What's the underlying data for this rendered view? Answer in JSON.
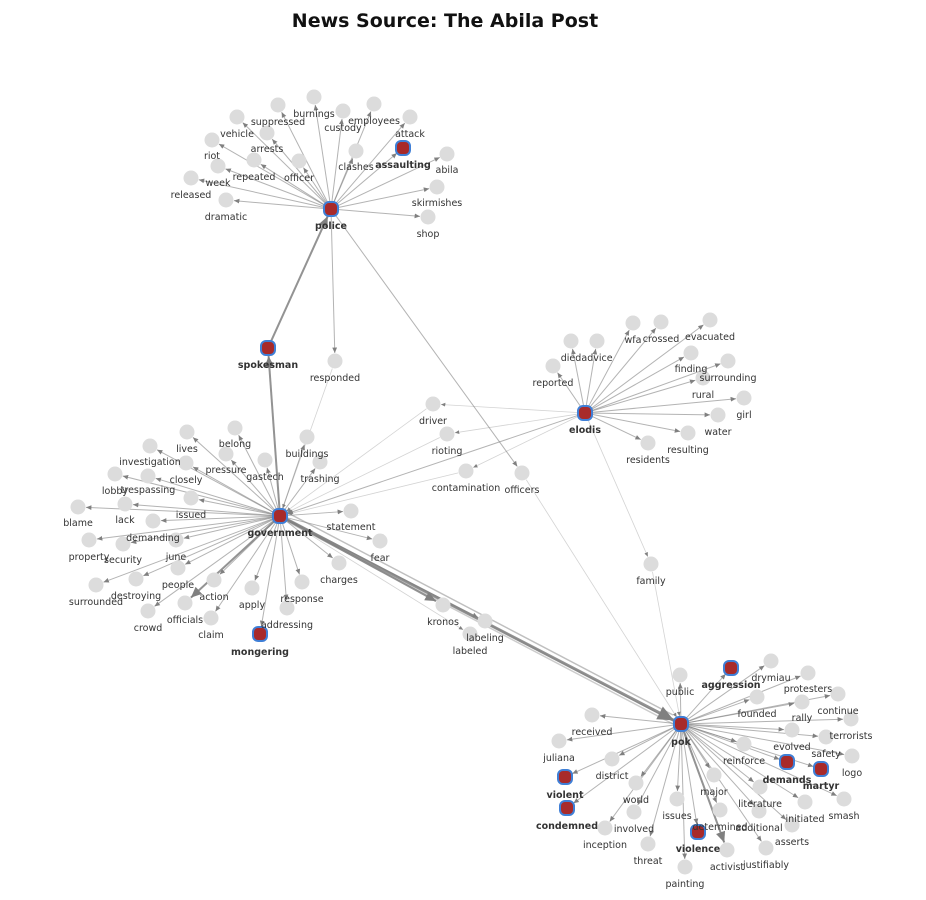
{
  "title": "News Source: The Abila Post",
  "colors": {
    "key_fill": "#a82a2a",
    "key_stroke": "#3f7fd6",
    "node_fill": "#dcdcdc",
    "edge": "#808080"
  },
  "graph": {
    "nodes": [
      {
        "id": "police",
        "label": "police",
        "key": true
      },
      {
        "id": "spokesman",
        "label": "spokesman",
        "key": true
      },
      {
        "id": "government",
        "label": "government",
        "key": true
      },
      {
        "id": "elodis",
        "label": "elodis",
        "key": true
      },
      {
        "id": "pok",
        "label": "pok",
        "key": true
      },
      {
        "id": "assaulting",
        "label": "assaulting",
        "key": true
      },
      {
        "id": "mongering",
        "label": "mongering",
        "key": true
      },
      {
        "id": "aggression",
        "label": "aggression",
        "key": true
      },
      {
        "id": "demands",
        "label": "demands",
        "key": true
      },
      {
        "id": "martyr",
        "label": "martyr",
        "key": true
      },
      {
        "id": "violent",
        "label": "violent",
        "key": true
      },
      {
        "id": "condemned",
        "label": "condemned",
        "key": true
      },
      {
        "id": "violence",
        "label": "violence",
        "key": true
      },
      {
        "id": "burnings",
        "label": "burnings",
        "key": false
      },
      {
        "id": "suppressed",
        "label": "suppressed",
        "key": false
      },
      {
        "id": "custody",
        "label": "custody",
        "key": false
      },
      {
        "id": "employees",
        "label": "employees",
        "key": false
      },
      {
        "id": "vehicle",
        "label": "vehicle",
        "key": false
      },
      {
        "id": "attack",
        "label": "attack",
        "key": false
      },
      {
        "id": "arrests",
        "label": "arrests",
        "key": false
      },
      {
        "id": "riot",
        "label": "riot",
        "key": false
      },
      {
        "id": "clashes",
        "label": "clashes",
        "key": false
      },
      {
        "id": "officer",
        "label": "officer",
        "key": false
      },
      {
        "id": "abila",
        "label": "abila",
        "key": false
      },
      {
        "id": "repeated",
        "label": "repeated",
        "key": false
      },
      {
        "id": "week",
        "label": "week",
        "key": false
      },
      {
        "id": "released",
        "label": "released",
        "key": false
      },
      {
        "id": "skirmishes",
        "label": "skirmishes",
        "key": false
      },
      {
        "id": "dramatic",
        "label": "dramatic",
        "key": false
      },
      {
        "id": "shop",
        "label": "shop",
        "key": false
      },
      {
        "id": "responded",
        "label": "responded",
        "key": false
      },
      {
        "id": "officers",
        "label": "officers",
        "key": false
      },
      {
        "id": "wfa",
        "label": "wfa",
        "key": false
      },
      {
        "id": "crossed",
        "label": "crossed",
        "key": false
      },
      {
        "id": "evacuated",
        "label": "evacuated",
        "key": false
      },
      {
        "id": "died",
        "label": "died",
        "key": false
      },
      {
        "id": "advice",
        "label": "advice",
        "key": false
      },
      {
        "id": "finding",
        "label": "finding",
        "key": false
      },
      {
        "id": "reported",
        "label": "reported",
        "key": false
      },
      {
        "id": "surrounding",
        "label": "surrounding",
        "key": false
      },
      {
        "id": "rural",
        "label": "rural",
        "key": false
      },
      {
        "id": "girl",
        "label": "girl",
        "key": false
      },
      {
        "id": "water",
        "label": "water",
        "key": false
      },
      {
        "id": "resulting",
        "label": "resulting",
        "key": false
      },
      {
        "id": "residents",
        "label": "residents",
        "key": false
      },
      {
        "id": "driver",
        "label": "driver",
        "key": false
      },
      {
        "id": "rioting",
        "label": "rioting",
        "key": false
      },
      {
        "id": "contamination",
        "label": "contamination",
        "key": false
      },
      {
        "id": "family",
        "label": "family",
        "key": false
      },
      {
        "id": "belong",
        "label": "belong",
        "key": false
      },
      {
        "id": "lives",
        "label": "lives",
        "key": false
      },
      {
        "id": "investigation",
        "label": "investigation",
        "key": false
      },
      {
        "id": "buildings",
        "label": "buildings",
        "key": false
      },
      {
        "id": "pressure",
        "label": "pressure",
        "key": false
      },
      {
        "id": "gastech",
        "label": "gastech",
        "key": false
      },
      {
        "id": "closely",
        "label": "closely",
        "key": false
      },
      {
        "id": "trashing",
        "label": "trashing",
        "key": false
      },
      {
        "id": "lobby",
        "label": "lobby",
        "key": false
      },
      {
        "id": "trespassing",
        "label": "trespassing",
        "key": false
      },
      {
        "id": "blame",
        "label": "blame",
        "key": false
      },
      {
        "id": "issued",
        "label": "issued",
        "key": false
      },
      {
        "id": "lack",
        "label": "lack",
        "key": false
      },
      {
        "id": "statement",
        "label": "statement",
        "key": false
      },
      {
        "id": "demanding",
        "label": "demanding",
        "key": false
      },
      {
        "id": "property",
        "label": "property",
        "key": false
      },
      {
        "id": "security",
        "label": "security",
        "key": false
      },
      {
        "id": "june",
        "label": "june",
        "key": false
      },
      {
        "id": "fear",
        "label": "fear",
        "key": false
      },
      {
        "id": "people",
        "label": "people",
        "key": false
      },
      {
        "id": "charges",
        "label": "charges",
        "key": false
      },
      {
        "id": "surrounded",
        "label": "surrounded",
        "key": false
      },
      {
        "id": "destroying",
        "label": "destroying",
        "key": false
      },
      {
        "id": "action",
        "label": "action",
        "key": false
      },
      {
        "id": "response",
        "label": "response",
        "key": false
      },
      {
        "id": "apply",
        "label": "apply",
        "key": false
      },
      {
        "id": "crowd",
        "label": "crowd",
        "key": false
      },
      {
        "id": "officials",
        "label": "officials",
        "key": false
      },
      {
        "id": "claim",
        "label": "claim",
        "key": false
      },
      {
        "id": "addressing",
        "label": "addressing",
        "key": false
      },
      {
        "id": "kronos",
        "label": "kronos",
        "key": false
      },
      {
        "id": "labeling",
        "label": "labeling",
        "key": false
      },
      {
        "id": "labeled",
        "label": "labeled",
        "key": false
      },
      {
        "id": "drymiau",
        "label": "drymiau",
        "key": false
      },
      {
        "id": "public",
        "label": "public",
        "key": false
      },
      {
        "id": "protesters",
        "label": "protesters",
        "key": false
      },
      {
        "id": "founded",
        "label": "founded",
        "key": false
      },
      {
        "id": "rally",
        "label": "rally",
        "key": false
      },
      {
        "id": "continue",
        "label": "continue",
        "key": false
      },
      {
        "id": "received",
        "label": "received",
        "key": false
      },
      {
        "id": "terrorists",
        "label": "terrorists",
        "key": false
      },
      {
        "id": "evolved",
        "label": "evolved",
        "key": false
      },
      {
        "id": "safety",
        "label": "safety",
        "key": false
      },
      {
        "id": "juliana",
        "label": "juliana",
        "key": false
      },
      {
        "id": "reinforce",
        "label": "reinforce",
        "key": false
      },
      {
        "id": "logo",
        "label": "logo",
        "key": false
      },
      {
        "id": "district",
        "label": "district",
        "key": false
      },
      {
        "id": "major",
        "label": "major",
        "key": false
      },
      {
        "id": "world",
        "label": "world",
        "key": false
      },
      {
        "id": "literature",
        "label": "literature",
        "key": false
      },
      {
        "id": "smash",
        "label": "smash",
        "key": false
      },
      {
        "id": "issues",
        "label": "issues",
        "key": false
      },
      {
        "id": "initiated",
        "label": "initiated",
        "key": false
      },
      {
        "id": "determined",
        "label": "determined",
        "key": false
      },
      {
        "id": "involved",
        "label": "involved",
        "key": false
      },
      {
        "id": "additional",
        "label": "additional",
        "key": false
      },
      {
        "id": "inception",
        "label": "inception",
        "key": false
      },
      {
        "id": "asserts",
        "label": "asserts",
        "key": false
      },
      {
        "id": "threat",
        "label": "threat",
        "key": false
      },
      {
        "id": "activist",
        "label": "activist",
        "key": false
      },
      {
        "id": "justifiably",
        "label": "justifiably",
        "key": false
      },
      {
        "id": "painting",
        "label": "painting",
        "key": false
      }
    ],
    "edges": [
      [
        "police",
        "burnings",
        1
      ],
      [
        "police",
        "suppressed",
        1
      ],
      [
        "police",
        "custody",
        1
      ],
      [
        "police",
        "employees",
        1
      ],
      [
        "police",
        "vehicle",
        1
      ],
      [
        "police",
        "attack",
        1
      ],
      [
        "police",
        "arrests",
        1
      ],
      [
        "police",
        "riot",
        1
      ],
      [
        "police",
        "clashes",
        1
      ],
      [
        "police",
        "officer",
        1
      ],
      [
        "police",
        "assaulting",
        1
      ],
      [
        "police",
        "abila",
        1
      ],
      [
        "police",
        "repeated",
        1
      ],
      [
        "police",
        "week",
        1
      ],
      [
        "police",
        "released",
        1
      ],
      [
        "police",
        "skirmishes",
        1
      ],
      [
        "police",
        "dramatic",
        1
      ],
      [
        "police",
        "shop",
        1
      ],
      [
        "police",
        "responded",
        1
      ],
      [
        "police",
        "officers",
        1
      ],
      [
        "government",
        "spokesman",
        2
      ],
      [
        "spokesman",
        "police",
        2
      ],
      [
        "responded",
        "government",
        0.5
      ],
      [
        "elodis",
        "wfa",
        1
      ],
      [
        "elodis",
        "crossed",
        1
      ],
      [
        "elodis",
        "evacuated",
        1
      ],
      [
        "elodis",
        "died",
        1
      ],
      [
        "elodis",
        "advice",
        1
      ],
      [
        "elodis",
        "finding",
        1
      ],
      [
        "elodis",
        "reported",
        1
      ],
      [
        "elodis",
        "surrounding",
        1
      ],
      [
        "elodis",
        "rural",
        1
      ],
      [
        "elodis",
        "girl",
        1
      ],
      [
        "elodis",
        "water",
        1
      ],
      [
        "elodis",
        "resulting",
        1
      ],
      [
        "elodis",
        "residents",
        1
      ],
      [
        "elodis",
        "government",
        1
      ],
      [
        "elodis",
        "family",
        0.5
      ],
      [
        "elodis",
        "driver",
        0.5
      ],
      [
        "elodis",
        "rioting",
        0.5
      ],
      [
        "elodis",
        "contamination",
        0.5
      ],
      [
        "driver",
        "government",
        0.5
      ],
      [
        "rioting",
        "government",
        0.5
      ],
      [
        "contamination",
        "government",
        0.5
      ],
      [
        "officers",
        "pok",
        0.5
      ],
      [
        "family",
        "pok",
        0.5
      ],
      [
        "government",
        "belong",
        1
      ],
      [
        "government",
        "lives",
        1
      ],
      [
        "government",
        "investigation",
        1
      ],
      [
        "government",
        "buildings",
        1
      ],
      [
        "government",
        "pressure",
        1
      ],
      [
        "government",
        "gastech",
        1
      ],
      [
        "government",
        "closely",
        1
      ],
      [
        "government",
        "trashing",
        1
      ],
      [
        "government",
        "lobby",
        1
      ],
      [
        "government",
        "trespassing",
        1
      ],
      [
        "government",
        "blame",
        1
      ],
      [
        "government",
        "issued",
        1
      ],
      [
        "government",
        "lack",
        1
      ],
      [
        "government",
        "statement",
        1
      ],
      [
        "government",
        "demanding",
        1
      ],
      [
        "government",
        "property",
        1
      ],
      [
        "government",
        "security",
        1
      ],
      [
        "government",
        "june",
        1
      ],
      [
        "government",
        "fear",
        1
      ],
      [
        "government",
        "people",
        1
      ],
      [
        "government",
        "charges",
        1
      ],
      [
        "government",
        "surrounded",
        1
      ],
      [
        "government",
        "destroying",
        1
      ],
      [
        "government",
        "action",
        1
      ],
      [
        "government",
        "response",
        1
      ],
      [
        "government",
        "apply",
        1
      ],
      [
        "government",
        "crowd",
        1
      ],
      [
        "government",
        "officials",
        2
      ],
      [
        "government",
        "claim",
        1
      ],
      [
        "government",
        "addressing",
        1
      ],
      [
        "government",
        "mongering",
        1
      ],
      [
        "government",
        "kronos",
        2
      ],
      [
        "government",
        "labeling",
        1
      ],
      [
        "government",
        "labeled",
        0.5
      ],
      [
        "government",
        "pok",
        3
      ],
      [
        "pok",
        "public",
        1
      ],
      [
        "pok",
        "aggression",
        1
      ],
      [
        "pok",
        "drymiau",
        1
      ],
      [
        "pok",
        "protesters",
        1
      ],
      [
        "pok",
        "founded",
        1
      ],
      [
        "pok",
        "rally",
        1
      ],
      [
        "pok",
        "continue",
        1
      ],
      [
        "pok",
        "received",
        1
      ],
      [
        "pok",
        "terrorists",
        1
      ],
      [
        "pok",
        "evolved",
        1
      ],
      [
        "pok",
        "safety",
        1
      ],
      [
        "pok",
        "juliana",
        1
      ],
      [
        "pok",
        "reinforce",
        1
      ],
      [
        "pok",
        "demands",
        1
      ],
      [
        "pok",
        "martyr",
        1
      ],
      [
        "pok",
        "logo",
        1
      ],
      [
        "pok",
        "violent",
        1
      ],
      [
        "pok",
        "district",
        1
      ],
      [
        "pok",
        "major",
        1
      ],
      [
        "pok",
        "world",
        1
      ],
      [
        "pok",
        "literature",
        1
      ],
      [
        "pok",
        "smash",
        1
      ],
      [
        "pok",
        "condemned",
        1
      ],
      [
        "pok",
        "issues",
        1
      ],
      [
        "pok",
        "initiated",
        1
      ],
      [
        "pok",
        "determined",
        1
      ],
      [
        "pok",
        "involved",
        1
      ],
      [
        "pok",
        "additional",
        1
      ],
      [
        "pok",
        "inception",
        1
      ],
      [
        "pok",
        "asserts",
        1
      ],
      [
        "pok",
        "violence",
        1
      ],
      [
        "pok",
        "threat",
        1
      ],
      [
        "pok",
        "activist",
        2
      ],
      [
        "pok",
        "justifiably",
        1
      ],
      [
        "pok",
        "painting",
        1
      ]
    ]
  }
}
